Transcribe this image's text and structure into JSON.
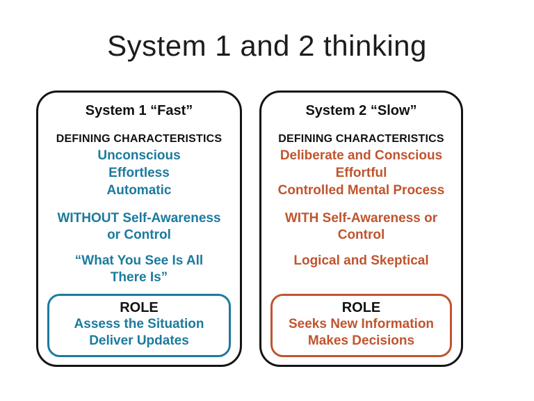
{
  "slide": {
    "title": "System 1 and 2 thinking"
  },
  "colors": {
    "system1_accent": "#1B7A9E",
    "system2_accent": "#C0542E",
    "outline": "#141414",
    "background": "#FFFFFF",
    "text": "#111111"
  },
  "system1": {
    "header": "System 1 “Fast”",
    "section_label": "DEFINING CHARACTERISTICS",
    "characteristics": [
      "Unconscious",
      "Effortless",
      "Automatic"
    ],
    "awareness": "WITHOUT Self-Awareness\nor Control",
    "heuristic": "“What You See Is All\nThere Is”",
    "role": {
      "label": "ROLE",
      "items": [
        "Assess the Situation",
        "Deliver Updates"
      ]
    }
  },
  "system2": {
    "header": "System 2 “Slow”",
    "section_label": "DEFINING CHARACTERISTICS",
    "characteristics": [
      "Deliberate and Conscious",
      "Effortful",
      "Controlled Mental Process"
    ],
    "awareness": "WITH Self-Awareness or\nControl",
    "heuristic": "Logical and Skeptical",
    "role": {
      "label": "ROLE",
      "items": [
        "Seeks New Information",
        "Makes Decisions"
      ]
    }
  }
}
